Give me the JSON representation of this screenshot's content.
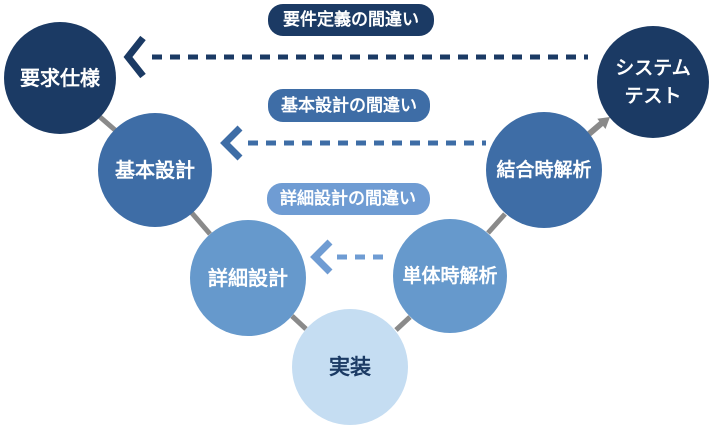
{
  "diagram": {
    "name": "v-model-development-process",
    "nodes": {
      "requirements": {
        "label": "要求仕様"
      },
      "basic_design": {
        "label": "基本設計"
      },
      "detailed_design": {
        "label": "詳細設計"
      },
      "implementation": {
        "label": "実装"
      },
      "unit_analysis": {
        "label": "単体時解析"
      },
      "integration_analysis": {
        "label": "結合時解析"
      },
      "system_test": {
        "label": "システムテスト",
        "line1": "システム",
        "line2": "テスト"
      }
    },
    "feedback": {
      "requirements_mistake": {
        "label": "要件定義の間違い"
      },
      "basic_design_mistake": {
        "label": "基本設計の間違い"
      },
      "detailed_design_mistake": {
        "label": "詳細設計の間違い"
      }
    },
    "colors": {
      "dark_navy": "#1b3a64",
      "medium_blue": "#3e6da6",
      "light_blue": "#6699cc",
      "pill_light_blue": "#6f9cd3",
      "pale_blue": "#c5ddf2",
      "connector_gray": "#8a8a8a",
      "text_white": "#ffffff"
    }
  }
}
